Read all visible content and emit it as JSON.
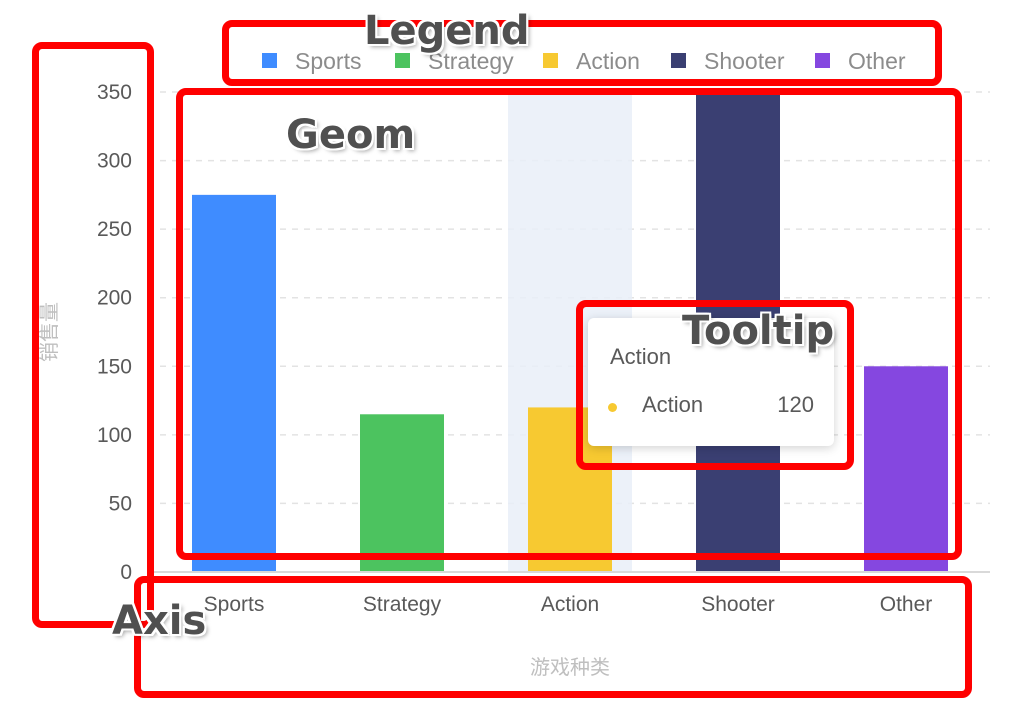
{
  "chart_data": {
    "type": "bar",
    "categories": [
      "Sports",
      "Strategy",
      "Action",
      "Shooter",
      "Other"
    ],
    "values": [
      275,
      115,
      120,
      350,
      150
    ],
    "colors": [
      "#3f8cff",
      "#4cc35f",
      "#f7c931",
      "#3a3f72",
      "#8547e0"
    ],
    "xlabel": "游戏种类",
    "ylabel": "销售量",
    "ylim": [
      0,
      350
    ],
    "yticks": [
      0,
      50,
      100,
      150,
      200,
      250,
      300,
      350
    ],
    "grid": true,
    "legend": {
      "position": "top",
      "entries": [
        "Sports",
        "Strategy",
        "Action",
        "Shooter",
        "Other"
      ]
    },
    "highlighted_category": "Action",
    "tooltip": {
      "title": "Action",
      "item_name": "Action",
      "item_value": "120",
      "color": "#f7c931"
    }
  },
  "annotations": {
    "legend_label": "Legend",
    "geom_label": "Geom",
    "tooltip_label": "Tooltip",
    "axis_label": "Axis",
    "box_color": "#ff0000"
  }
}
